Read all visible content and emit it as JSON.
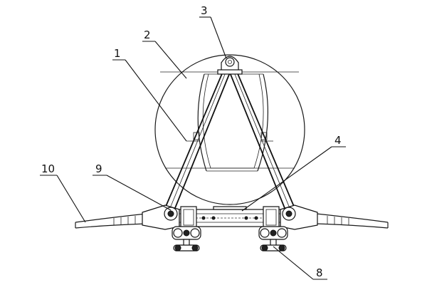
{
  "labels": {
    "l1": "1",
    "l2": "2",
    "l3": "3",
    "l4": "4",
    "l8": "8",
    "l9": "9",
    "l10": "10"
  }
}
